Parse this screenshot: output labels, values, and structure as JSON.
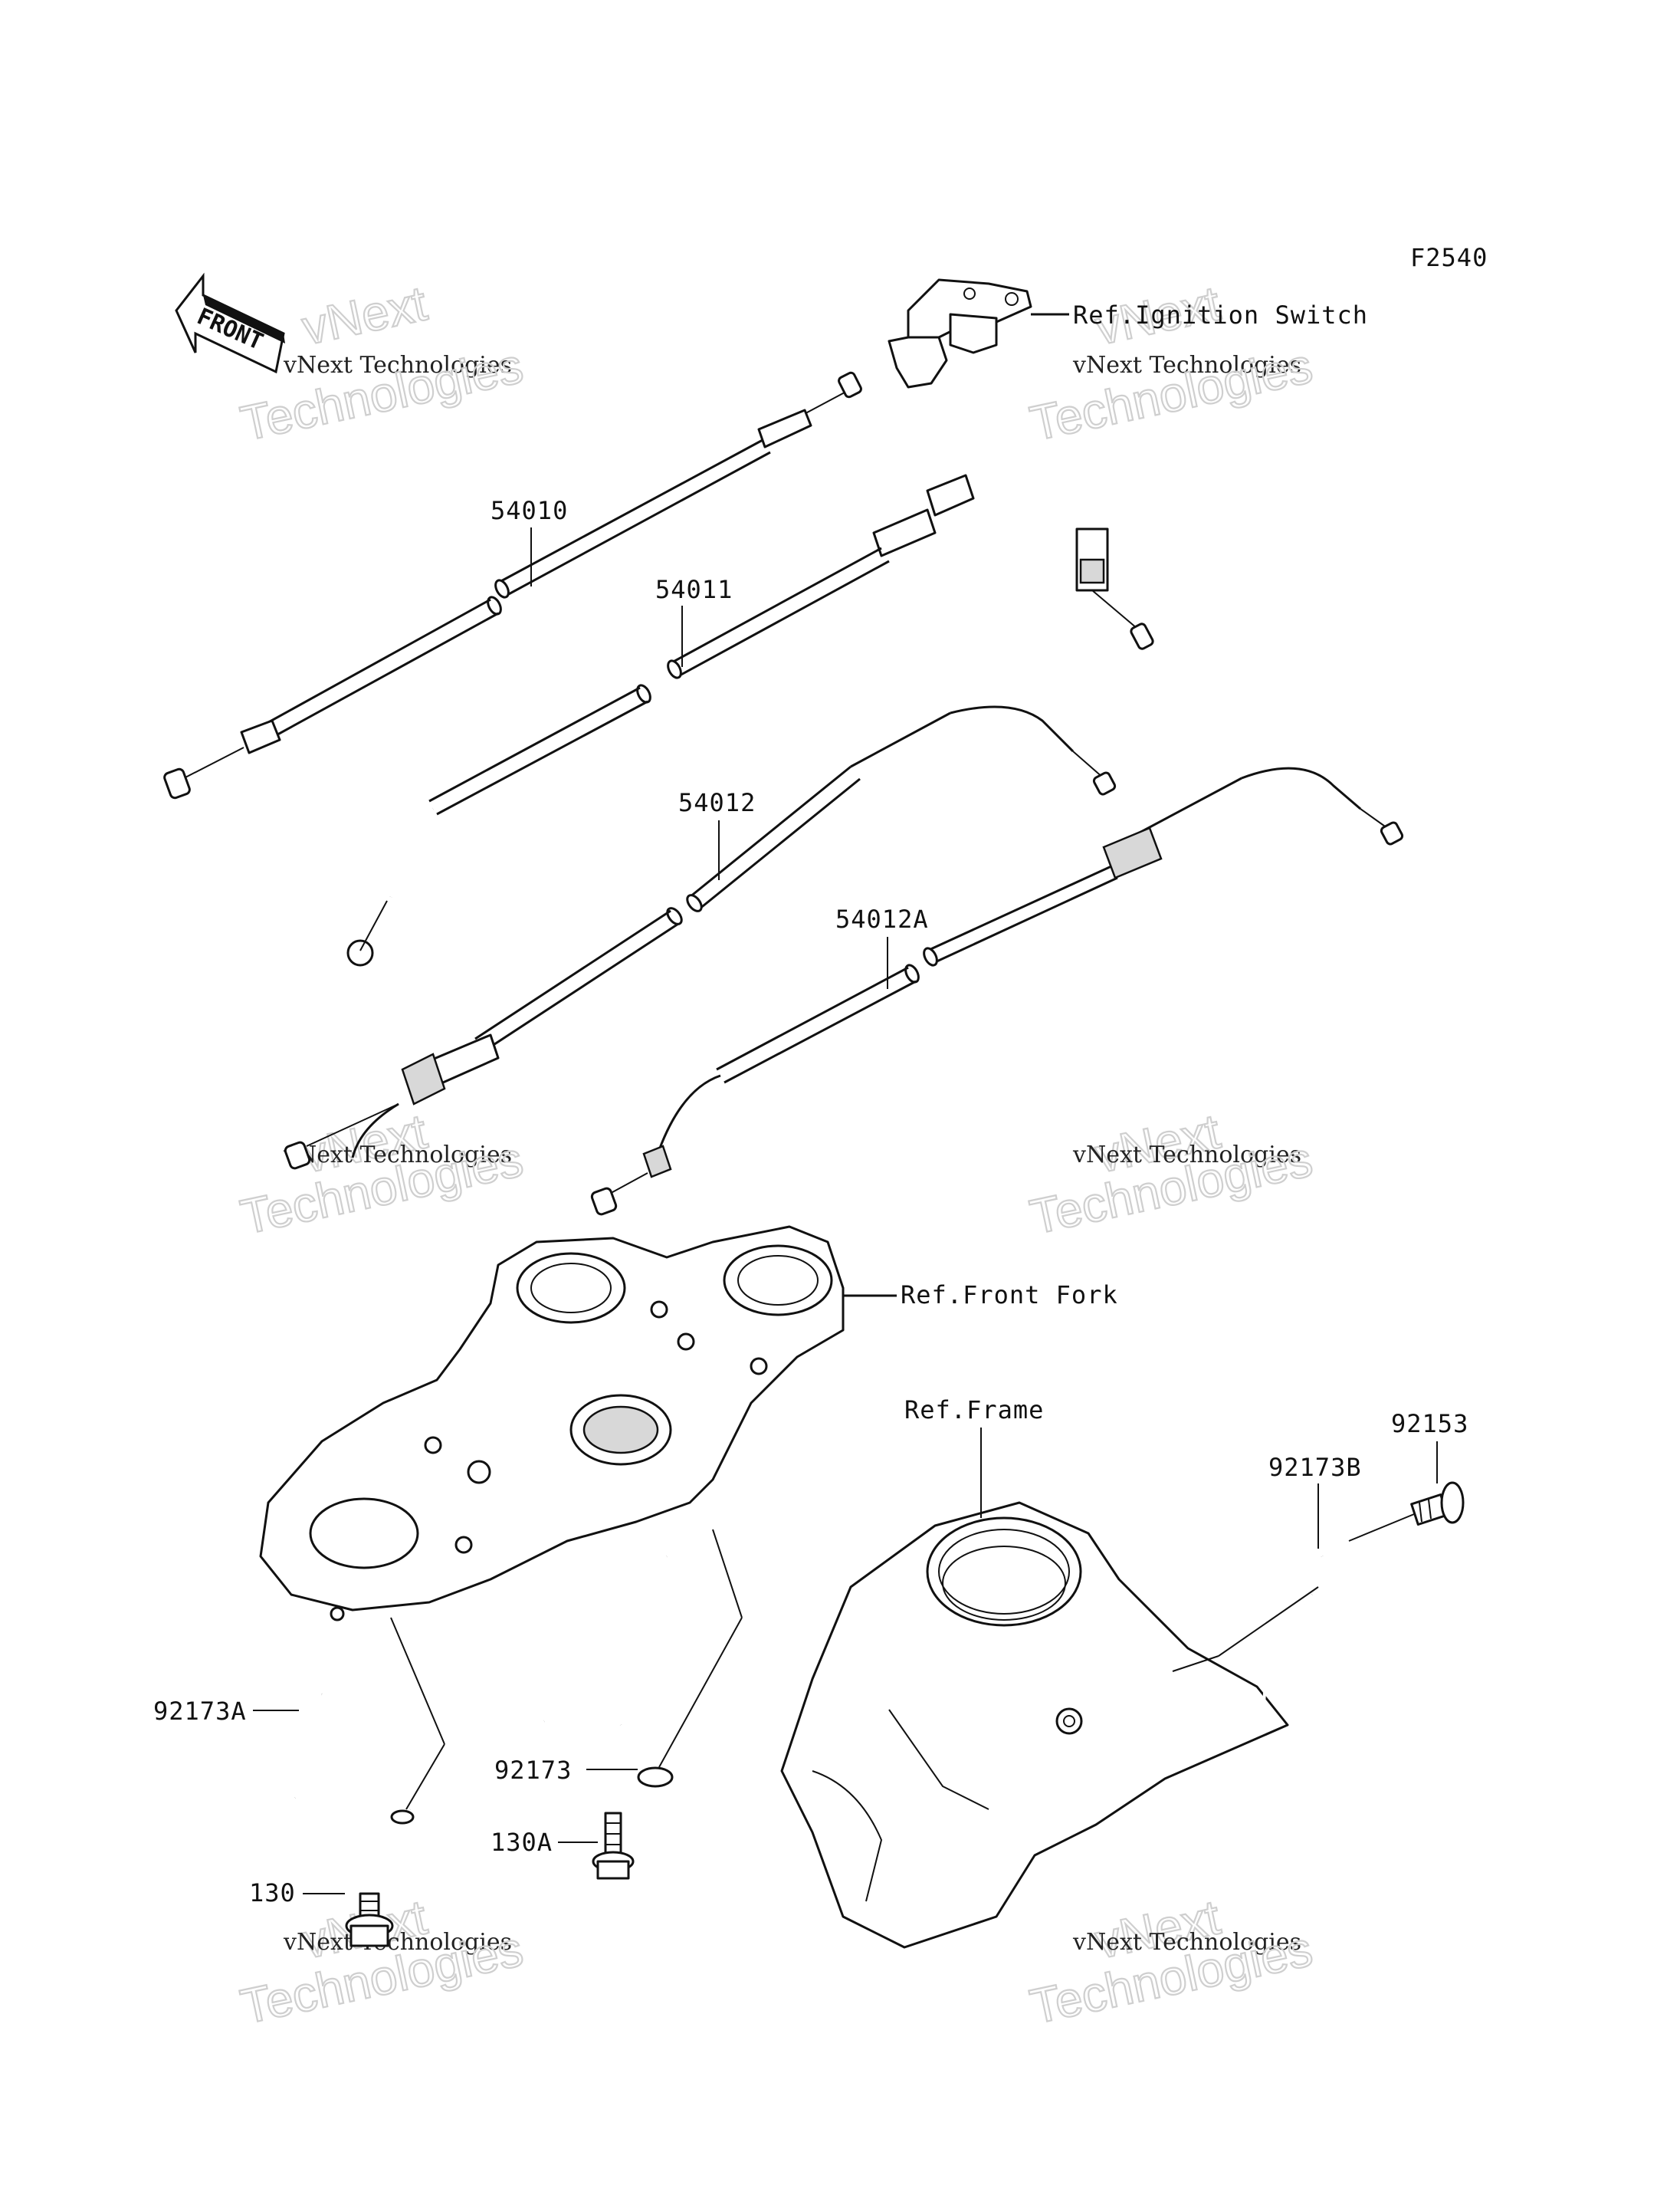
{
  "figure_code": "F2540",
  "front_marker": "FRONT",
  "references": {
    "ignition_switch": "Ref.Ignition Switch",
    "front_fork": "Ref.Front Fork",
    "frame": "Ref.Frame"
  },
  "parts": {
    "p54010": "54010",
    "p54011": "54011",
    "p54012": "54012",
    "p54012a": "54012A",
    "p92173a": "92173A",
    "p92173": "92173",
    "p92173b": "92173B",
    "p92153": "92153",
    "p130": "130",
    "p130a": "130A"
  },
  "watermark": {
    "line1": "vNext",
    "line2": "vNext Technologies",
    "line3": "Technologies"
  }
}
